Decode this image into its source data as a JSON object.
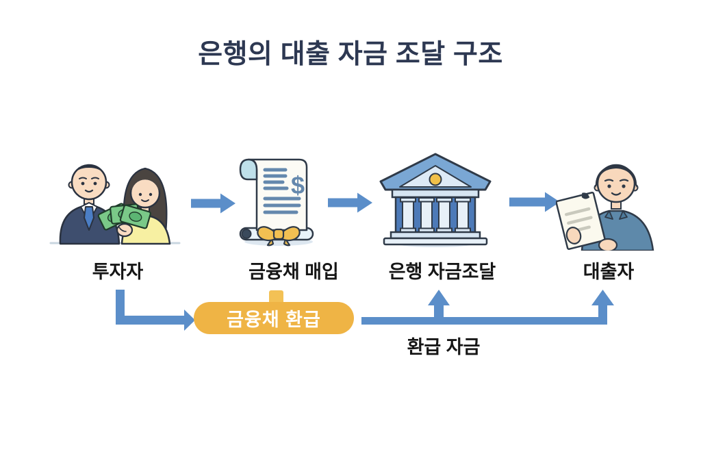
{
  "title": "은행의 대출 자금 조달 구조",
  "colors": {
    "background": "#ffffff",
    "title": "#2d3852",
    "label": "#161616",
    "arrow": "#5b8ec9",
    "pill_bg": "#efb445",
    "pill_tab": "#f3c155",
    "pill_text": "#ffffff",
    "money_green": "#7ac988",
    "bank_blue": "#7aa7d4",
    "gold": "#f0c04a"
  },
  "flow": {
    "nodes": [
      {
        "id": "investor",
        "label": "투자자",
        "icon": "investors-couple-icon"
      },
      {
        "id": "bond-purchase",
        "label": "금융채 매입",
        "icon": "bond-scroll-icon"
      },
      {
        "id": "bank-funding",
        "label": "은행 자금조달",
        "icon": "bank-building-icon"
      },
      {
        "id": "borrower",
        "label": "대출자",
        "icon": "borrower-icon"
      }
    ],
    "refund_pill": {
      "label": "금융채 환급"
    },
    "refund_funds_label": "환급 자금"
  }
}
